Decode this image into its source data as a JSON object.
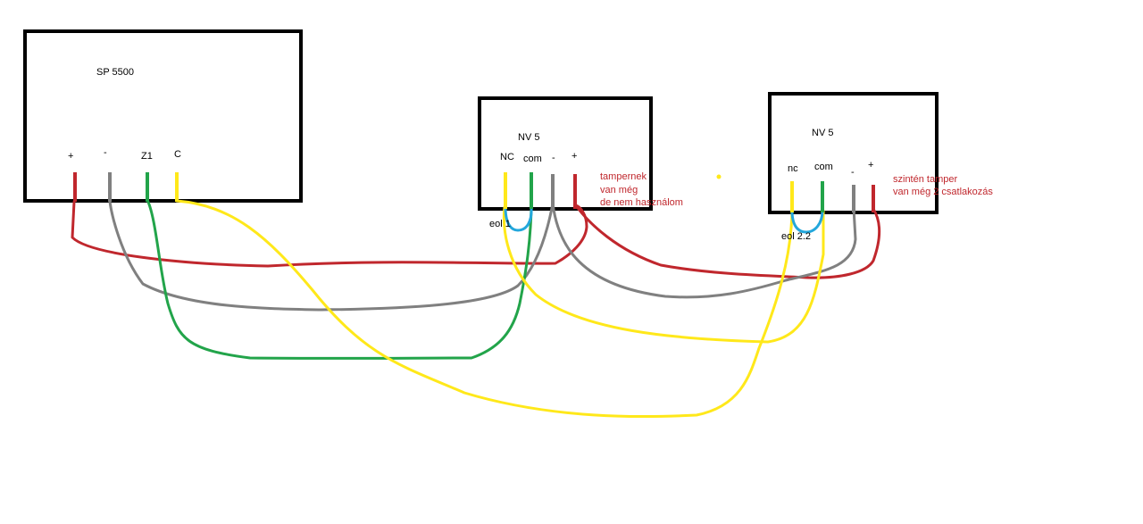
{
  "colors": {
    "red": "#c0272d",
    "gray": "#808080",
    "green": "#22a44a",
    "yellow": "#ffe81a",
    "blue": "#23a7dc",
    "note": "#c0272d"
  },
  "panel": {
    "title": "SP 5500",
    "terminals": [
      "+",
      "-",
      "Z1",
      "C"
    ]
  },
  "detector1": {
    "title": "NV 5",
    "terminals": [
      "NC",
      "com",
      "-",
      "+"
    ],
    "eol": "eol 1",
    "note": [
      "tampernek",
      "van még",
      "de nem használom"
    ]
  },
  "detector2": {
    "title": "NV 5",
    "terminals": [
      "nc",
      "com",
      "-",
      "+"
    ],
    "eol": "eol 2.2",
    "note": [
      "szintén tamper",
      "van még 2 csatlakozás"
    ]
  }
}
